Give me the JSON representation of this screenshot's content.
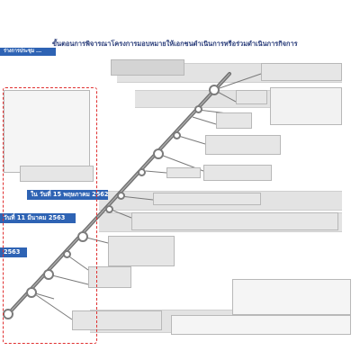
{
  "header": {
    "title": "ขั้นตอนการพิจารณาโครงการมอบหมายให้เอกชนดำเนินการหรือร่วมดำเนินการกิจการ"
  },
  "banners": {
    "top_left": "ร่างการประชุม ...",
    "date_2562": "ใน วันที่ 15 พฤษภาคม 2562",
    "date_2563": "วันที่ 11 มีนาคม 2563",
    "left_2563": "2563"
  },
  "colors": {
    "banner": "#2e63b4",
    "box": "#e6e6e6",
    "timeline": "#6e6e6e",
    "dashed_highlight": "#e03030",
    "title": "#2a3d7a"
  }
}
